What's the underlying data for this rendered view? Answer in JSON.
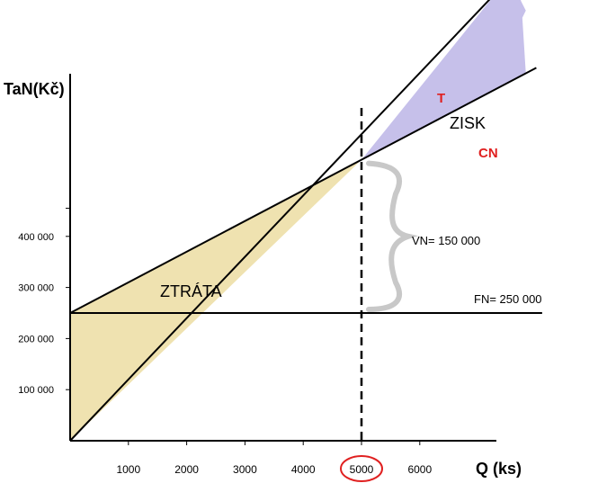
{
  "chart_data": {
    "type": "line",
    "ylabel": "TaN(Kč)",
    "xlabel": "Q (ks)",
    "x_ticks": [
      1000,
      2000,
      3000,
      4000,
      5000,
      6000
    ],
    "x_tick_labels": [
      "1000",
      "2000",
      "3000",
      "4000",
      "5000",
      "6000"
    ],
    "y_ticks": [
      100000,
      200000,
      300000,
      400000
    ],
    "y_tick_labels": [
      "100 000",
      "200 000",
      "300 000",
      "400 000"
    ],
    "highlighted_x_tick": "5000",
    "series": [
      {
        "name": "T",
        "x": [
          0,
          7800
        ],
        "y": [
          0,
          936000
        ]
      },
      {
        "name": "CN",
        "x": [
          0,
          8000
        ],
        "y": [
          250000,
          730000
        ]
      },
      {
        "name": "FN= 250 000",
        "x": [
          0,
          8100
        ],
        "y": [
          250000,
          250000
        ]
      }
    ],
    "regions": [
      {
        "name": "ZTRÁTA",
        "color": "#efe2b0"
      },
      {
        "name": "ZISK",
        "color": "#c6c0ea"
      }
    ],
    "annotations": [
      {
        "text": "VN= 150 000"
      }
    ],
    "break_even_x": 5000,
    "colors": {
      "series_label": "#e02020",
      "axis": "#000000",
      "loss_fill": "#efe2b0",
      "profit_fill": "#c6c0ea",
      "brace": "#c8c8c8",
      "highlight": "#e02020"
    }
  }
}
